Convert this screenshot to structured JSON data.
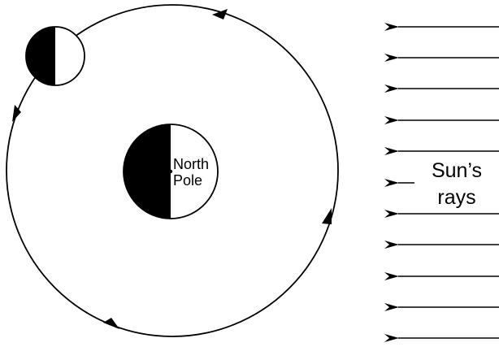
{
  "earth": {
    "label_line1": "North",
    "label_line2": "Pole"
  },
  "sun_rays": {
    "label_line1": "Sun’s",
    "label_line2": "rays",
    "count": 11
  },
  "moon": {
    "phase": "half-lit"
  },
  "colors": {
    "ink": "#000000",
    "background": "#ffffff"
  }
}
